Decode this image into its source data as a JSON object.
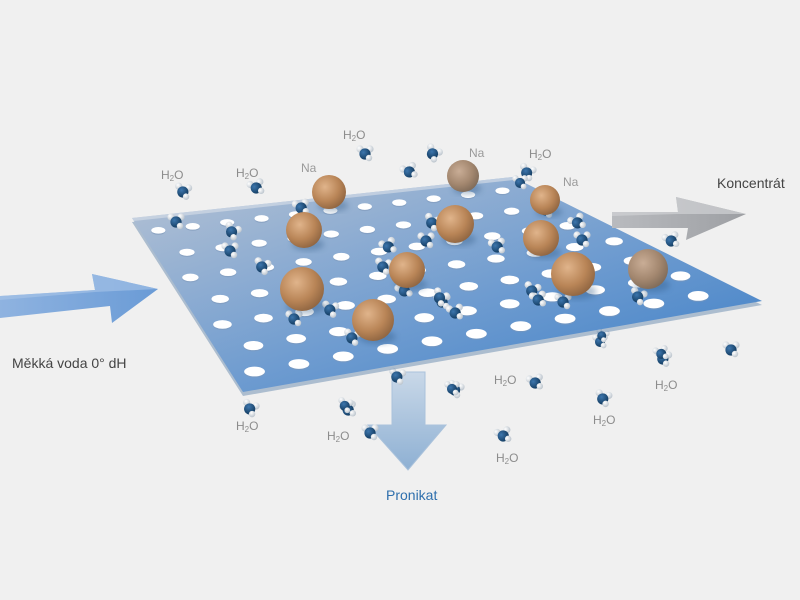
{
  "labels": {
    "inflow": "Měkká voda 0° dH",
    "concentrate": "Koncentrát",
    "permeate": "Pronikat"
  },
  "molecule": {
    "symbol": "H",
    "subscript": "2",
    "suffix": "O"
  },
  "ion": "Na",
  "colors": {
    "background": "#f0f0f0",
    "membrane_light": "#a9b8cc",
    "membrane_dark": "#3f7fc4",
    "inflow_arrow": "#7aa6dc",
    "permeate_arrow": "#9ab8d8",
    "concentrate_arrow": "#a7a9ad",
    "sodium_ion": "#c08a5c",
    "water_oxygen": "#1f4e7a",
    "water_hydrogen": "#e8edf2"
  }
}
